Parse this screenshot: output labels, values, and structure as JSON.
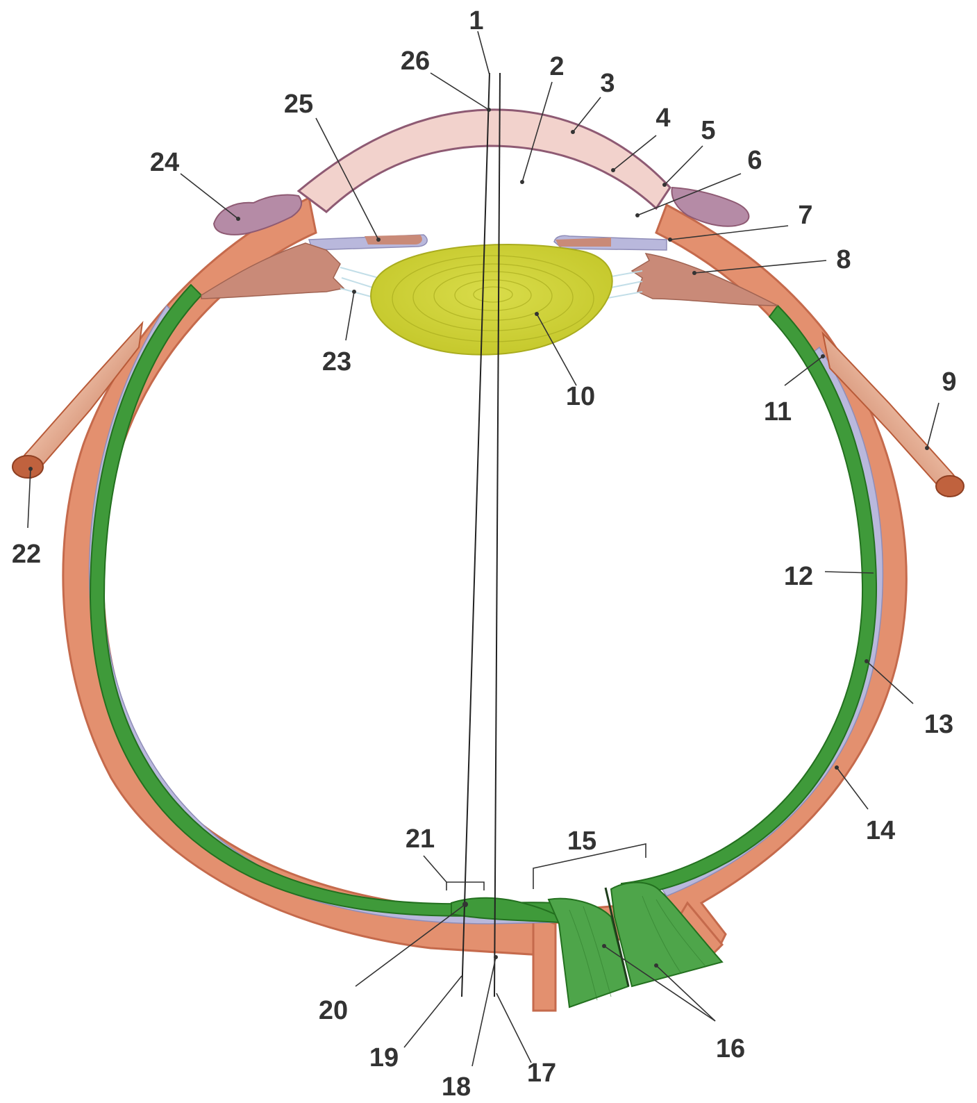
{
  "diagram": {
    "labels": [
      "1",
      "2",
      "3",
      "4",
      "5",
      "6",
      "7",
      "8",
      "9",
      "10",
      "11",
      "12",
      "13",
      "14",
      "15",
      "16",
      "17",
      "18",
      "19",
      "20",
      "21",
      "22",
      "23",
      "24",
      "25",
      "26"
    ],
    "colors": {
      "sclera": "#e0896a",
      "sclera_dark": "#c56a4c",
      "cornea": "#f2d2cc",
      "cornea_edge": "#8e5a73",
      "choroid": "#b9b8dc",
      "retina": "#3f9a3a",
      "retina_dark": "#23701f",
      "lens": "#cfd23a",
      "lens_ring": "#a9ac1e",
      "ciliary": "#c98a78",
      "conjunctiva": "#b58ba6",
      "zonule": "#cde6ef",
      "muscle": "#c0623e",
      "nerve": "#3e9a3c"
    }
  }
}
